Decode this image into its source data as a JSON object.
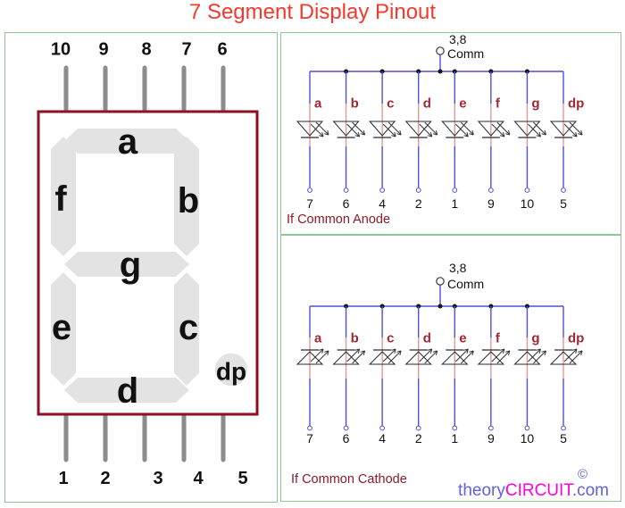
{
  "title": "7 Segment Display Pinout",
  "display": {
    "top_pins": [
      "10",
      "9",
      "8",
      "7",
      "6"
    ],
    "bottom_pins": [
      "1",
      "2",
      "3",
      "4",
      "5"
    ],
    "segments": [
      "a",
      "b",
      "c",
      "d",
      "e",
      "f",
      "g"
    ],
    "dp": "dp"
  },
  "circuits": [
    {
      "comm_pin": "3,8",
      "comm_label": "Comm",
      "leds": [
        "a",
        "b",
        "c",
        "d",
        "e",
        "f",
        "g",
        "dp"
      ],
      "pins": [
        "7",
        "6",
        "4",
        "2",
        "1",
        "9",
        "10",
        "5"
      ],
      "caption": "If Common Anode",
      "led_direction": "down"
    },
    {
      "comm_pin": "3,8",
      "comm_label": "Comm",
      "leds": [
        "a",
        "b",
        "c",
        "d",
        "e",
        "f",
        "g",
        "dp"
      ],
      "pins": [
        "7",
        "6",
        "4",
        "2",
        "1",
        "9",
        "10",
        "5"
      ],
      "caption": "If Common Cathode",
      "led_direction": "up"
    }
  ],
  "logo": {
    "part1": "theory",
    "part2": "CIRCUIT",
    "part3": ".com",
    "copyright": "©"
  },
  "colors": {
    "title_red": "#f4392e",
    "panel_green": "#94c594",
    "display_outline": "#8e1022",
    "segment_gray": "#e3e3e3",
    "pin_gray": "#8c8c8c",
    "wire_blue": "#4f4fd8",
    "wire_pink": "#dc9a9a",
    "led_label_red": "#9e2836",
    "caption_red": "#8c1a2a",
    "logo_blue": "#6262e0",
    "logo_magenta": "#ff00dd",
    "ink": "#111111"
  }
}
